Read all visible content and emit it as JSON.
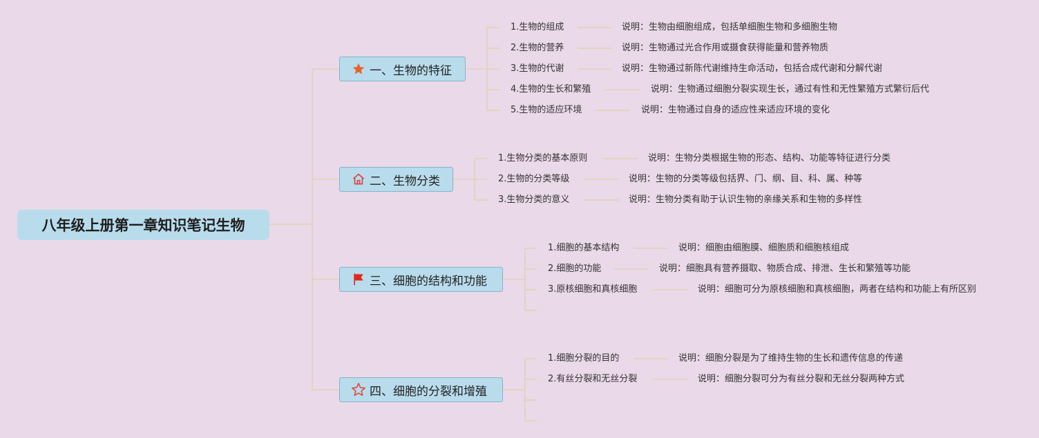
{
  "root": {
    "title": "八年级上册第一章知识笔记生物"
  },
  "categories": [
    {
      "label": "一、生物的特征",
      "icon": "star-filled-icon",
      "items": [
        {
          "title": "1.生物的组成",
          "note": "说明：生物由细胞组成，包括单细胞生物和多细胞生物"
        },
        {
          "title": "2.生物的营养",
          "note": "说明：生物通过光合作用或摄食获得能量和营养物质"
        },
        {
          "title": "3.生物的代谢",
          "note": "说明：生物通过新陈代谢维持生命活动，包括合成代谢和分解代谢"
        },
        {
          "title": "4.生物的生长和繁殖",
          "note": "说明：生物通过细胞分裂实现生长，通过有性和无性繁殖方式繁衍后代"
        },
        {
          "title": "5.生物的适应环境",
          "note": "说明：生物通过自身的适应性来适应环境的变化"
        }
      ]
    },
    {
      "label": "二、生物分类",
      "icon": "house-icon",
      "items": [
        {
          "title": "1.生物分类的基本原则",
          "note": "说明：生物分类根据生物的形态、结构、功能等特征进行分类"
        },
        {
          "title": "2.生物的分类等级",
          "note": "说明：生物的分类等级包括界、门、纲、目、科、属、种等"
        },
        {
          "title": "3.生物分类的意义",
          "note": "说明：生物分类有助于认识生物的亲缘关系和生物的多样性"
        }
      ]
    },
    {
      "label": "三、细胞的结构和功能",
      "icon": "flag-icon",
      "items": [
        {
          "title": "1.细胞的基本结构",
          "note": "说明：细胞由细胞膜、细胞质和细胞核组成"
        },
        {
          "title": "2.细胞的功能",
          "note": "说明：细胞具有营养摄取、物质合成、排泄、生长和繁殖等功能"
        },
        {
          "title": "3.原核细胞和真核细胞",
          "note": "说明：细胞可分为原核细胞和真核细胞，两者在结构和功能上有所区别"
        }
      ]
    },
    {
      "label": "四、细胞的分裂和增殖",
      "icon": "star-outline-icon",
      "items": [
        {
          "title": "1.细胞分裂的目的",
          "note": "说明：细胞分裂是为了维持生物的生长和遗传信息的传递"
        },
        {
          "title": "2.有丝分裂和无丝分裂",
          "note": "说明：细胞分裂可分为有丝分裂和无丝分裂两种方式"
        }
      ]
    }
  ],
  "colors": {
    "background": "#ead9e8",
    "node_fill": "#b9dcec",
    "connector": "#e3d0b2",
    "star_icon": "#e8622c",
    "house_icon": "#d64545",
    "flag_icon": "#e5261b",
    "star_outline_icon": "#e04438"
  }
}
